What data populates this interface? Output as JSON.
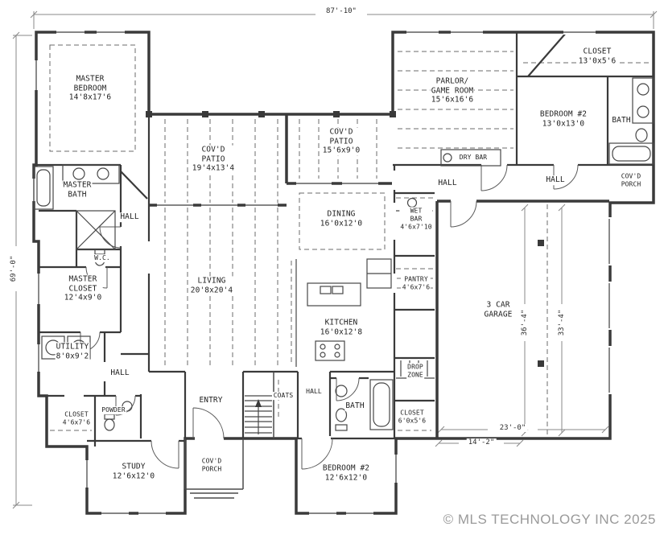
{
  "drawing": {
    "copyright": "© MLS TECHNOLOGY INC 2025"
  },
  "dimensions": {
    "overall_width": "87'-10\"",
    "overall_height": "69'-0\"",
    "garage_depth_left": "36'-4\"",
    "garage_depth_right": "33'-4\"",
    "garage_width": "23'-0\"",
    "porch_offset": "14'-2\""
  },
  "rooms": [
    {
      "id": "master-bedroom",
      "label": "MASTER\nBEDROOM\n14'8x17'6"
    },
    {
      "id": "covd-patio-left",
      "label": "COV'D\nPATIO\n19'4x13'4"
    },
    {
      "id": "covd-patio-top",
      "label": "COV'D\nPATIO\n15'6x9'0"
    },
    {
      "id": "parlor-game-room",
      "label": "PARLOR/\nGAME ROOM\n15'6x16'6"
    },
    {
      "id": "closet-top-right",
      "label": "CLOSET\n13'0x5'6"
    },
    {
      "id": "bedroom2-right",
      "label": "BEDROOM #2\n13'0x13'0"
    },
    {
      "id": "bath-right",
      "label": "BATH"
    },
    {
      "id": "dry-bar",
      "label": "DRY BAR"
    },
    {
      "id": "hall-center",
      "label": "HALL"
    },
    {
      "id": "hall-right",
      "label": "HALL"
    },
    {
      "id": "covd-porch-right",
      "label": "COV'D\nPORCH"
    },
    {
      "id": "master-bath",
      "label": "MASTER\nBATH"
    },
    {
      "id": "hall-left",
      "label": "HALL"
    },
    {
      "id": "wc",
      "label": "W.C."
    },
    {
      "id": "master-closet",
      "label": "MASTER\nCLOSET\n12'4x9'0"
    },
    {
      "id": "dining",
      "label": "DINING\n16'0x12'0"
    },
    {
      "id": "wet-bar",
      "label": "WET\nBAR\n4'6x7'10"
    },
    {
      "id": "living",
      "label": "LIVING\n20'8x20'4"
    },
    {
      "id": "pantry",
      "label": "PANTRY\n4'6x7'6"
    },
    {
      "id": "garage",
      "label": "3 CAR\nGARAGE"
    },
    {
      "id": "kitchen",
      "label": "KITCHEN\n16'0x12'8"
    },
    {
      "id": "utility",
      "label": "UTILITY\n8'0x9'2"
    },
    {
      "id": "hall-bottom-left",
      "label": "HALL"
    },
    {
      "id": "drop-zone",
      "label": "DROP\nZONE"
    },
    {
      "id": "powder",
      "label": "POWDER"
    },
    {
      "id": "closet-bottom-left",
      "label": "CLOSET\n4'6x7'6"
    },
    {
      "id": "entry",
      "label": "ENTRY"
    },
    {
      "id": "coats",
      "label": "COATS"
    },
    {
      "id": "hall-bottom",
      "label": "HALL"
    },
    {
      "id": "bath-bottom",
      "label": "BATH"
    },
    {
      "id": "closet-bottom",
      "label": "CLOSET\n6'0x5'6"
    },
    {
      "id": "study",
      "label": "STUDY\n12'6x12'0"
    },
    {
      "id": "covd-porch-bottom",
      "label": "COV'D\nPORCH"
    },
    {
      "id": "bedroom2-bottom",
      "label": "BEDROOM #2\n12'6x12'0"
    }
  ]
}
